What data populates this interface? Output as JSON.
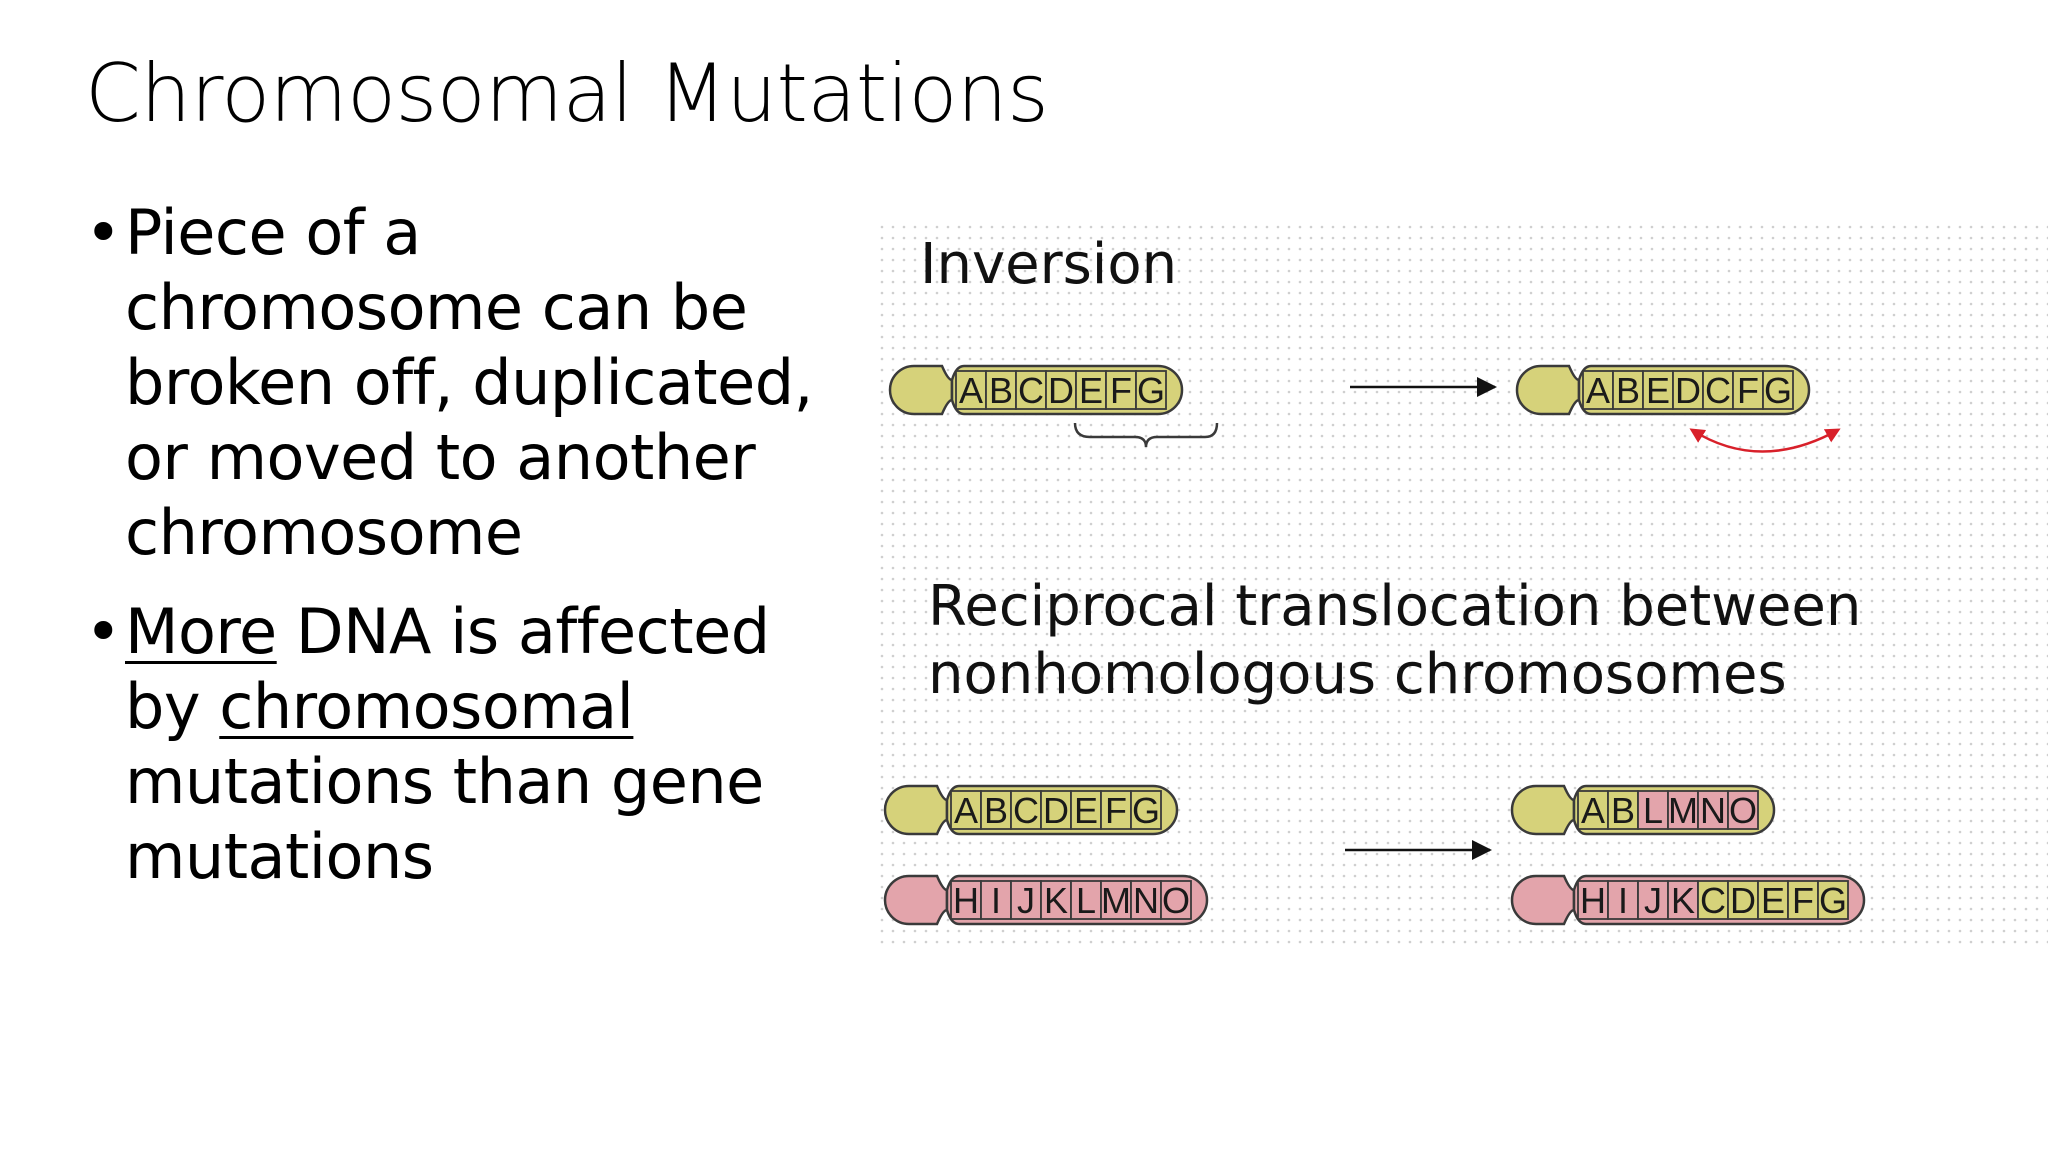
{
  "slide": {
    "title": "Chromosomal Mutations",
    "bullets": [
      {
        "text": "Piece of a chromosome can be broken off, duplicated, or moved to another chromosome"
      },
      {
        "part1": "More",
        "part2": " DNA is affected by ",
        "part3": "chromosomal",
        "part4": " mutations than gene mutations"
      }
    ]
  },
  "figure": {
    "inversion_label": "Inversion",
    "translocation_label_line1": "Reciprocal translocation between",
    "translocation_label_line2": "nonhomologous chromosomes",
    "colors": {
      "yellow_segment": "#d6d27a",
      "pink_segment": "#e3a4ab",
      "outline": "#3a3a3a",
      "inversion_arc": "#d8202a",
      "background_dots": "#cfcfcf"
    },
    "inversion_before": [
      "A",
      "B",
      "C",
      "D",
      "E",
      "F",
      "G"
    ],
    "inversion_after": [
      "A",
      "B",
      "E",
      "D",
      "C",
      "F",
      "G"
    ],
    "translocation_before_top": [
      "A",
      "B",
      "C",
      "D",
      "E",
      "F",
      "G"
    ],
    "translocation_before_bottom": [
      "H",
      "I",
      "J",
      "K",
      "L",
      "M",
      "N",
      "O"
    ],
    "translocation_after_top": [
      "A",
      "B",
      "L",
      "M",
      "N",
      "O"
    ],
    "translocation_after_bottom": [
      "H",
      "I",
      "J",
      "K",
      "C",
      "D",
      "E",
      "F",
      "G"
    ]
  }
}
